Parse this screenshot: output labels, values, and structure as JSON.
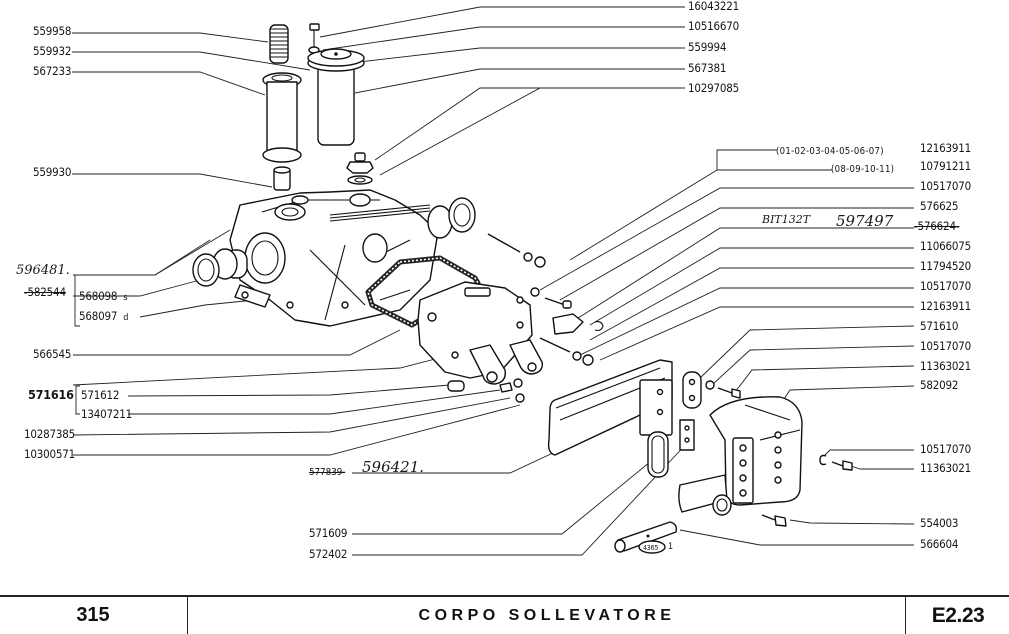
{
  "diagram": {
    "type": "exploded-parts-diagram",
    "left_labels": [
      {
        "id": "559958",
        "text": "559958"
      },
      {
        "id": "559932",
        "text": "559932"
      },
      {
        "id": "567233",
        "text": "567233"
      },
      {
        "id": "559930",
        "text": "559930"
      },
      {
        "id": "566545",
        "text": "566545"
      },
      {
        "id": "10287385",
        "text": "10287385"
      },
      {
        "id": "10300571",
        "text": "10300571"
      }
    ],
    "group_582544": {
      "handwritten": "596481.",
      "group_code": "-582544",
      "items": [
        {
          "text": "568098",
          "suffix": "s"
        },
        {
          "text": "568097",
          "suffix": "d"
        }
      ]
    },
    "group_571616": {
      "group_code": "571616",
      "items": [
        {
          "text": "571612"
        },
        {
          "text": "13407211"
        }
      ]
    },
    "top_right_labels": [
      {
        "text": "16043221"
      },
      {
        "text": "10516670"
      },
      {
        "text": "559994"
      },
      {
        "text": "567381"
      },
      {
        "text": "10297085"
      }
    ],
    "right_labels": {
      "variant_a_note": "(01-02-03-04-05-06-07)",
      "variant_a_code": "12163911",
      "variant_b_note": "(08-09-10-11)",
      "variant_b_code": "10791211",
      "items": [
        {
          "text": "10517070"
        },
        {
          "text": "576625"
        },
        {
          "text": "-576624-"
        },
        {
          "text": "11066075"
        },
        {
          "text": "11794520"
        },
        {
          "text": "10517070"
        },
        {
          "text": "12163911"
        },
        {
          "text": "571610"
        },
        {
          "text": "10517070"
        },
        {
          "text": "11363021"
        },
        {
          "text": "582092"
        },
        {
          "text": "10517070"
        },
        {
          "text": "11363021"
        },
        {
          "text": "554003"
        },
        {
          "text": "566604"
        }
      ],
      "handwritten_576624": "BIT132T",
      "handwritten_576624_new": "597497"
    },
    "bottom_labels": {
      "struck_code": "577839-",
      "handwritten_replacement": "596421.",
      "items": [
        {
          "text": "571609"
        },
        {
          "text": "572402"
        }
      ],
      "oval_tag": "4365",
      "oval_tag_suffix": "1"
    }
  },
  "footer": {
    "page_number": "315",
    "title": "CORPO SOLLEVATORE",
    "code": "E2.23"
  }
}
